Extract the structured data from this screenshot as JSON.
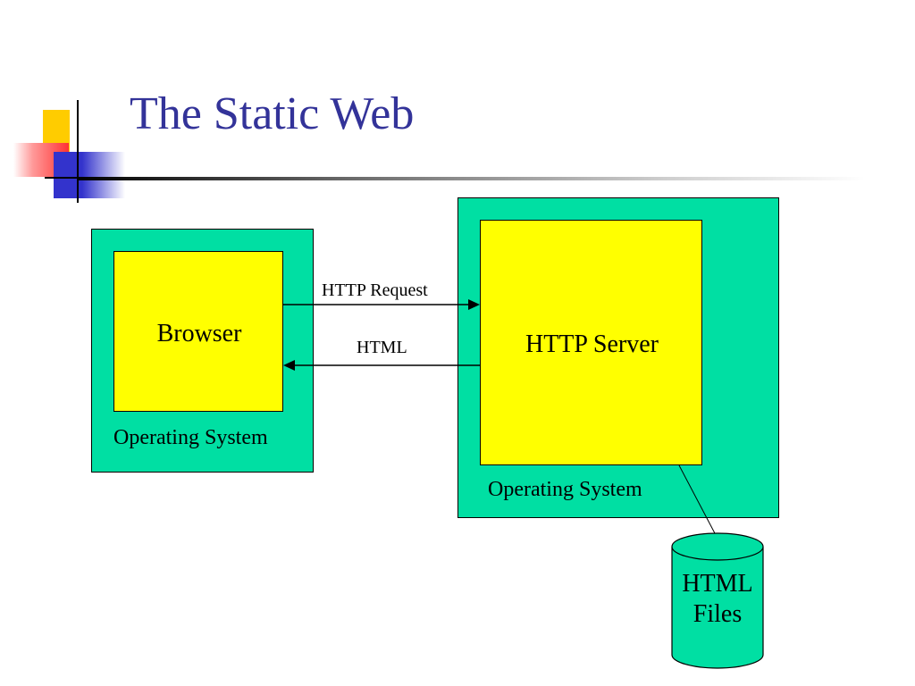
{
  "title": "The Static Web",
  "client": {
    "app_label": "Browser",
    "os_label": "Operating System"
  },
  "server": {
    "app_label": "HTTP Server",
    "os_label": "Operating System"
  },
  "arrows": {
    "request_label": "HTTP Request",
    "response_label": "HTML"
  },
  "storage": {
    "line1": "HTML",
    "line2": "Files"
  },
  "colors": {
    "title": "#333399",
    "os_box": "#00dfa3",
    "app_box": "#ffff00",
    "storage": "#00dfa3",
    "logo_yellow": "#ffcc00",
    "logo_red": "#ff3333",
    "logo_blue": "#3333cc"
  }
}
